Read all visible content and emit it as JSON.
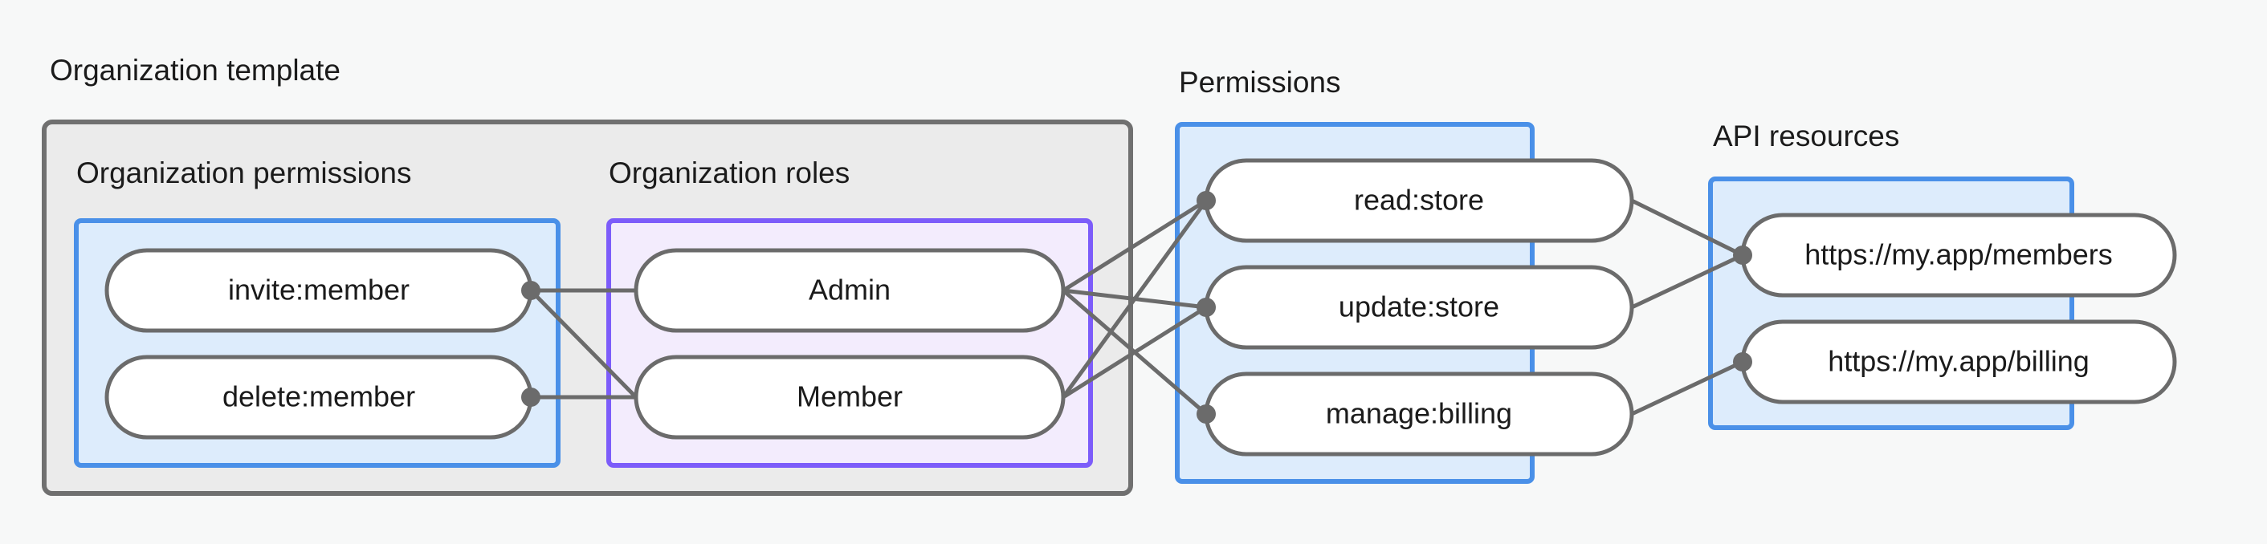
{
  "groups": {
    "organization_template": {
      "title": "Organization template",
      "subgroups": {
        "organization_permissions": {
          "title": "Organization permissions",
          "nodes": [
            "invite:member",
            "delete:member"
          ]
        },
        "organization_roles": {
          "title": "Organization roles",
          "nodes": [
            "Admin",
            "Member"
          ]
        }
      }
    },
    "permissions": {
      "title": "Permissions",
      "nodes": [
        "read:store",
        "update:store",
        "manage:billing"
      ]
    },
    "api_resources": {
      "title": "API resources",
      "nodes": [
        "https://my.app/members",
        "https://my.app/billing"
      ]
    }
  },
  "connections": [
    {
      "from": "invite:member",
      "to": "Admin"
    },
    {
      "from": "invite:member",
      "to": "Member"
    },
    {
      "from": "delete:member",
      "to": "Member"
    },
    {
      "from": "Admin",
      "to": "read:store"
    },
    {
      "from": "Admin",
      "to": "update:store"
    },
    {
      "from": "Admin",
      "to": "manage:billing"
    },
    {
      "from": "Member",
      "to": "read:store"
    },
    {
      "from": "Member",
      "to": "update:store"
    },
    {
      "from": "read:store",
      "to": "https://my.app/members"
    },
    {
      "from": "update:store",
      "to": "https://my.app/members"
    },
    {
      "from": "manage:billing",
      "to": "https://my.app/billing"
    }
  ],
  "colors": {
    "background": "#f7f8f8",
    "outer_group_fill": "#ebebeb",
    "outer_group_border": "#707070",
    "blue_group_fill": "#ddecfc",
    "blue_group_border": "#4a90e8",
    "purple_group_fill": "#f3ecfd",
    "purple_group_border": "#7c5cfa",
    "node_fill": "#ffffff",
    "node_border": "#6b6b6b",
    "edge": "#6b6b6b",
    "text": "#1b1b1b"
  }
}
